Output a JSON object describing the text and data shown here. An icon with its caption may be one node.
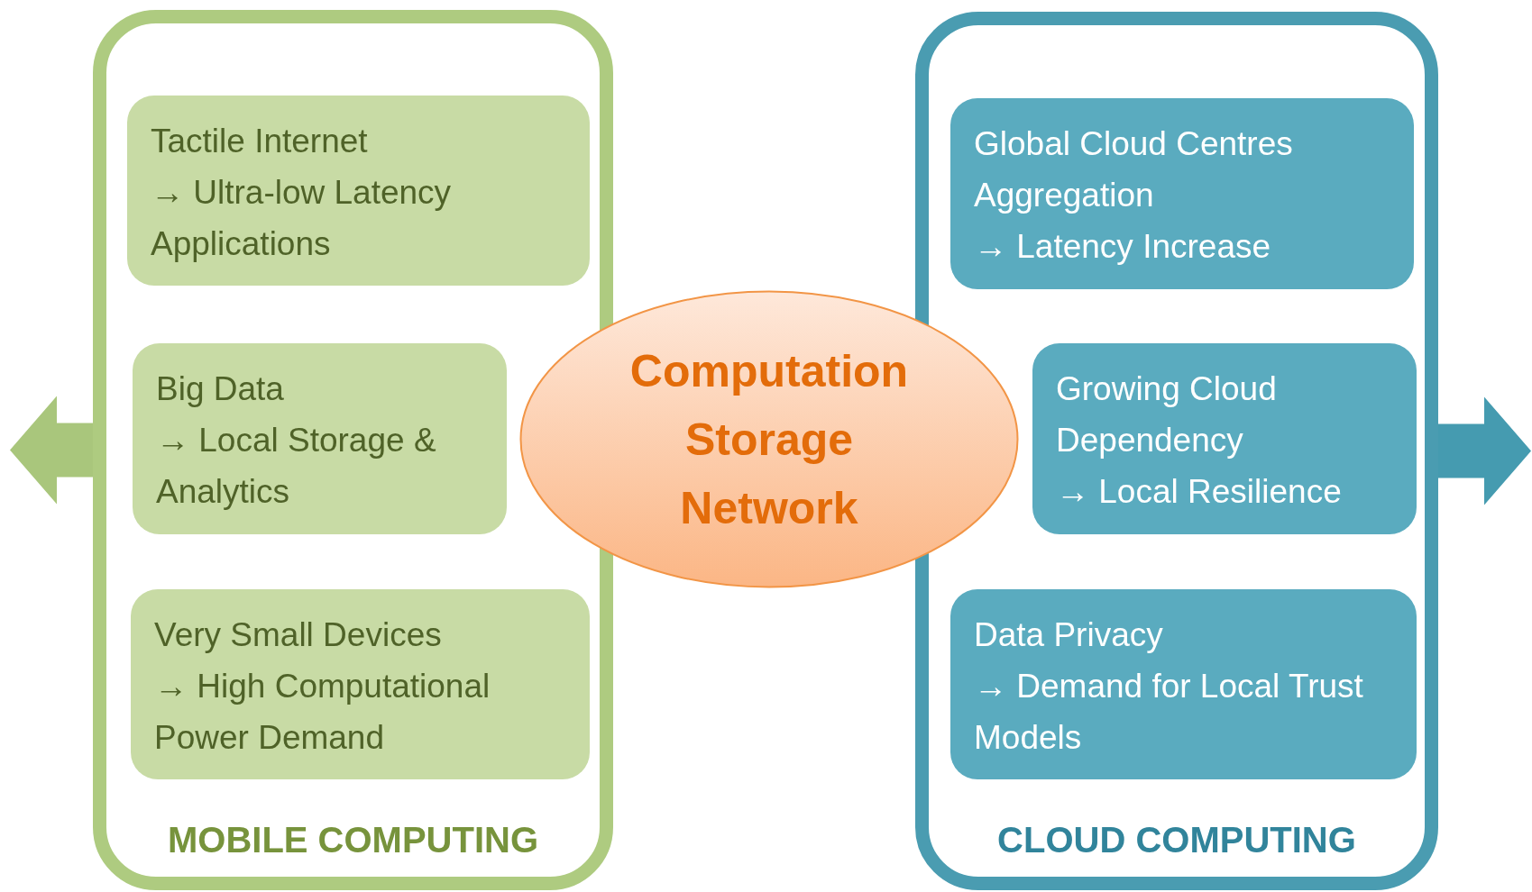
{
  "diagram": {
    "nodes": [
      {
        "text": [
          "MOBILE COMPUTING"
        ]
      },
      {
        "text": [
          "Tactile Internet",
          "→ Ultra-low Latency Applications"
        ],
        "in": 0
      },
      {
        "text": [
          "Big Data",
          "→ Local Storage & Analytics"
        ],
        "in": 0
      },
      {
        "text": [
          "Very Small Devices",
          "→ High Computational Power Demand"
        ],
        "in": 0
      },
      {
        "text": [
          "Computation Storage Network"
        ]
      },
      {
        "text": [
          "CLOUD COMPUTING"
        ]
      },
      {
        "text": [
          "Global Cloud Centres Aggregation",
          "→ Latency Increase"
        ],
        "in": 5
      },
      {
        "text": [
          "Growing Cloud Dependency",
          "→ Local Resilience"
        ],
        "in": 5
      },
      {
        "text": [
          "Data Privacy",
          "→ Demand for Local Trust Models"
        ],
        "in": 5
      }
    ],
    "edges": [
      {
        "from": 0,
        "to": null,
        "arrow": "to",
        "color": "#a9c67c"
      },
      {
        "from": 5,
        "to": null,
        "arrow": "to",
        "color": "#459bb0"
      }
    ]
  }
}
